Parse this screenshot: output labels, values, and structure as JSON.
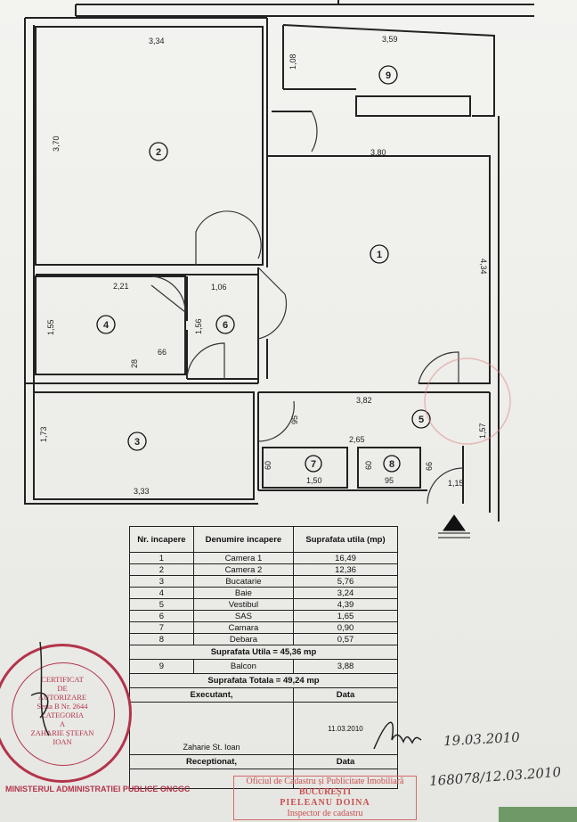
{
  "plan": {
    "rooms": [
      {
        "nr": "1"
      },
      {
        "nr": "2"
      },
      {
        "nr": "3"
      },
      {
        "nr": "4"
      },
      {
        "nr": "5"
      },
      {
        "nr": "6"
      },
      {
        "nr": "7"
      },
      {
        "nr": "8"
      },
      {
        "nr": "9"
      }
    ],
    "dimensions": {
      "r2_w": "3,34",
      "r2_h": "3,70",
      "r9_w": "3,59",
      "r9_h": "1,08",
      "r1_w": "3,80",
      "r1_h": "4,34",
      "r4_w": "2,21",
      "r4_h": "1,55",
      "r4_a": "66",
      "r4_b": "28",
      "r6_w": "1,06",
      "r6_h": "1,56",
      "r5_w": "3,82",
      "r5_h": "1,57",
      "r5_d": "95",
      "r3_w": "3,33",
      "r3_h": "1,73",
      "r78_w": "2,65",
      "r7_w": "1,50",
      "r7_h": "60",
      "r8_w": "95",
      "r8_h": "60",
      "r8_d": "66",
      "entry_w": "1,15"
    }
  },
  "table": {
    "headers": [
      "Nr. incapere",
      "Denumire incapere",
      "Suprafata utila (mp)"
    ],
    "rows": [
      [
        "1",
        "Camera 1",
        "16,49"
      ],
      [
        "2",
        "Camera 2",
        "12,36"
      ],
      [
        "3",
        "Bucatarie",
        "5,76"
      ],
      [
        "4",
        "Baie",
        "3,24"
      ],
      [
        "5",
        "Vestibul",
        "4,39"
      ],
      [
        "6",
        "SAS",
        "1,65"
      ],
      [
        "7",
        "Camara",
        "0,90"
      ],
      [
        "8",
        "Debara",
        "0,57"
      ]
    ],
    "utila_total": "Suprafata  Utila = 45,36 mp",
    "balcon": [
      "9",
      "Balcon",
      "3,88"
    ],
    "totala": "Suprafata  Totala = 49,24 mp",
    "executant_label": "Executant,",
    "data_label": "Data",
    "executant_date": "11.03.2010",
    "executant_name": "Zaharie St. Ioan",
    "receptionat_label": "Receptionat,",
    "receptionat_data_label": "Data"
  },
  "stamps": {
    "round": {
      "ring": "MINISTERUL ADMINISTRATIEI PUBLICE ONCGC",
      "lines": [
        "CERTIFICAT",
        "DE",
        "AUTORIZARE",
        "Seria B Nr. 2644",
        "CATEGORIA",
        "A",
        "ZAHARIE ȘTEFAN",
        "IOAN"
      ]
    },
    "office": {
      "line1": "Oficiul de Cadastru și Publicitate Imobiliară",
      "line2": "BUCUREȘTI",
      "line3": "PIELEANU DOINA",
      "line4": "Inspector de cadastru"
    }
  },
  "handwriting": {
    "date1": "19.03.2010",
    "ref": "168078/12.03.2010"
  }
}
